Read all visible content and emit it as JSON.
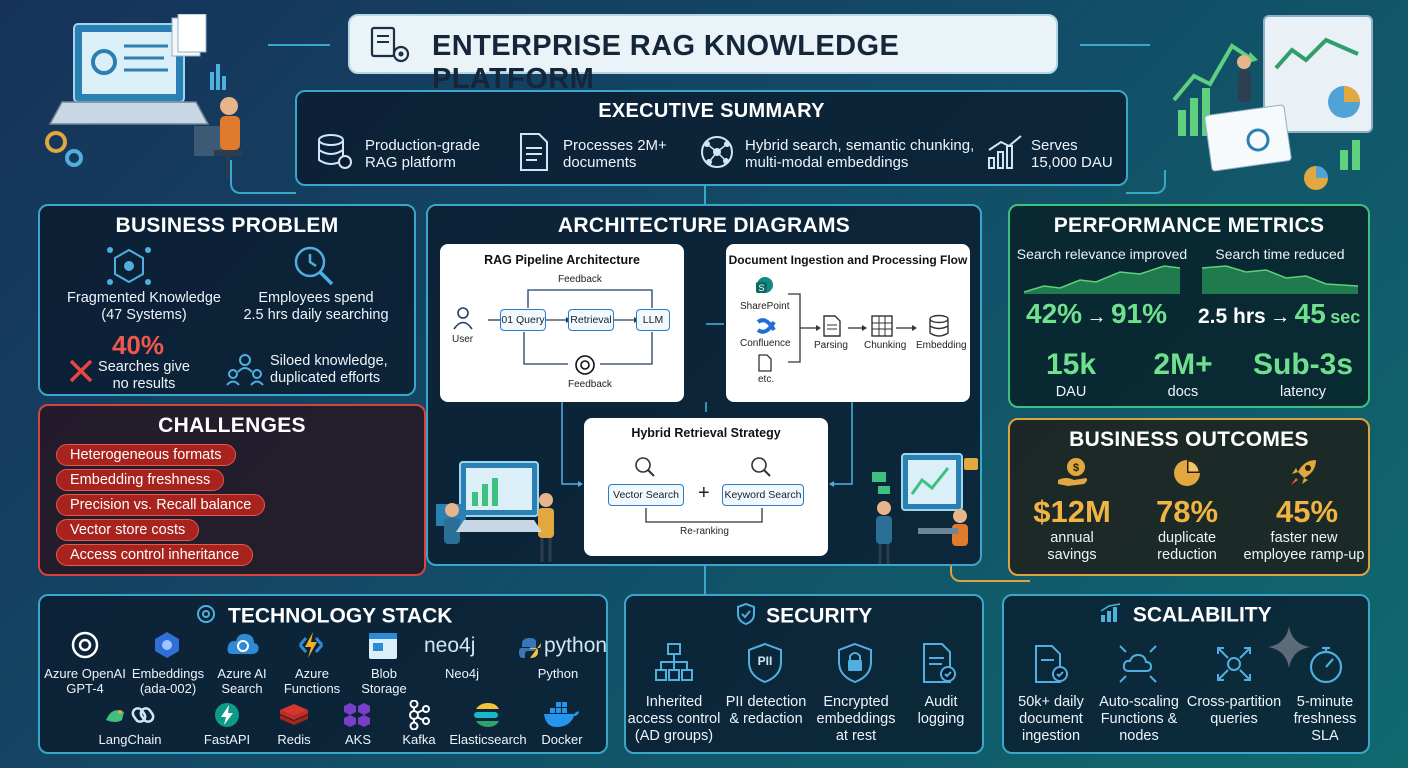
{
  "header": {
    "title": "ENTERPRISE RAG KNOWLEDGE PLATFORM",
    "icon": "document-gear-icon"
  },
  "executive_summary": {
    "title": "EXECUTIVE SUMMARY",
    "items": [
      {
        "icon": "database-gear-icon",
        "text": "Production-grade\nRAG platform"
      },
      {
        "icon": "document-icon",
        "text": "Processes 2M+\ndocuments"
      },
      {
        "icon": "network-node-icon",
        "text": "Hybrid search, semantic chunking,\nmulti-modal embeddings"
      },
      {
        "icon": "bar-chart-up-icon",
        "text": "Serves\n15,000 DAU"
      }
    ]
  },
  "business_problem": {
    "title": "BUSINESS PROBLEM",
    "fragmented": "Fragmented Knowledge\n(47 Systems)",
    "employees": "Employees spend\n2.5 hrs daily searching",
    "stat": "40%",
    "stat_label": "Searches give\nno results",
    "siloed": "Siloed knowledge,\nduplicated efforts"
  },
  "challenges": {
    "title": "CHALLENGES",
    "items": [
      "Heterogeneous formats",
      "Embedding freshness",
      "Precision vs. Recall balance",
      "Vector store costs",
      "Access control inheritance"
    ]
  },
  "architecture": {
    "title": "ARCHITECTURE DIAGRAMS",
    "rag": {
      "title": "RAG Pipeline Architecture",
      "feedback_top": "Feedback",
      "user": "User",
      "query": "01 Query",
      "retrieval": "Retrieval",
      "llm": "LLM",
      "feedback_bottom": "Feedback"
    },
    "ingestion": {
      "title": "Document Ingestion and Processing Flow",
      "sharepoint": "SharePoint",
      "confluence": "Confluence",
      "etc": "etc.",
      "parsing": "Parsing",
      "chunking": "Chunking",
      "embedding": "Embedding"
    },
    "hybrid": {
      "title": "Hybrid Retrieval Strategy",
      "vector": "Vector Search",
      "plus": "+",
      "keyword": "Keyword Search",
      "reranking": "Re-ranking"
    }
  },
  "performance": {
    "title": "PERFORMANCE METRICS",
    "relevance_label": "Search relevance improved",
    "time_label": "Search time reduced",
    "relevance_from": "42%",
    "arrow": "→",
    "relevance_to": "91%",
    "time_from": "2.5 hrs",
    "time_to": "45",
    "time_unit": "sec",
    "kpis": [
      {
        "value": "15k",
        "label": "DAU"
      },
      {
        "value": "2M+",
        "label": "docs"
      },
      {
        "value": "Sub-3s",
        "label": "latency"
      }
    ]
  },
  "outcomes": {
    "title": "BUSINESS OUTCOMES",
    "items": [
      {
        "icon": "money-hand-icon",
        "value": "$12M",
        "label": "annual\nsavings"
      },
      {
        "icon": "pie-chart-icon",
        "value": "78%",
        "label": "duplicate\nreduction"
      },
      {
        "icon": "rocket-icon",
        "value": "45%",
        "label": "faster new\nemployee ramp-up"
      }
    ]
  },
  "tech_stack": {
    "title": "TECHNOLOGY STACK",
    "row1": [
      {
        "icon": "openai-icon",
        "label": "Azure OpenAI\nGPT-4"
      },
      {
        "icon": "embeddings-icon",
        "label": "Embeddings\n(ada-002)"
      },
      {
        "icon": "azure-search-icon",
        "label": "Azure AI\nSearch"
      },
      {
        "icon": "azure-functions-icon",
        "label": "Azure\nFunctions"
      },
      {
        "icon": "blob-storage-icon",
        "label": "Blob\nStorage"
      },
      {
        "icon": "neo4j-icon",
        "label": "Neo4j",
        "logo": "neo4j"
      },
      {
        "icon": "python-icon",
        "label": "Python",
        "logo": "python"
      }
    ],
    "row2": [
      {
        "icon": "langchain-icon",
        "label": "LangChain"
      },
      {
        "icon": "fastapi-icon",
        "label": "FastAPI"
      },
      {
        "icon": "redis-icon",
        "label": "Redis"
      },
      {
        "icon": "aks-icon",
        "label": "AKS"
      },
      {
        "icon": "kafka-icon",
        "label": "Kafka"
      },
      {
        "icon": "elasticsearch-icon",
        "label": "Elasticsearch"
      },
      {
        "icon": "docker-icon",
        "label": "Docker"
      }
    ]
  },
  "security": {
    "title": "SECURITY",
    "items": [
      {
        "icon": "org-chart-icon",
        "label": "Inherited\naccess control\n(AD groups)"
      },
      {
        "icon": "pii-shield-icon",
        "label": "PII detection\n& redaction",
        "badge": "PII"
      },
      {
        "icon": "lock-shield-icon",
        "label": "Encrypted\nembeddings\nat rest"
      },
      {
        "icon": "audit-document-icon",
        "label": "Audit\nlogging"
      }
    ]
  },
  "scalability": {
    "title": "SCALABILITY",
    "items": [
      {
        "icon": "document-check-icon",
        "label": "50k+ daily\ndocument\ningestion"
      },
      {
        "icon": "cloud-expand-icon",
        "label": "Auto-scaling\nFunctions &\nnodes"
      },
      {
        "icon": "partition-arrows-icon",
        "label": "Cross-partition\nqueries"
      },
      {
        "icon": "stopwatch-icon",
        "label": "5-minute\nfreshness\nSLA"
      }
    ]
  },
  "colors": {
    "accent": "#3aa6c9",
    "green": "#5fd07e",
    "gold": "#e0a83e",
    "red": "#d9423d"
  }
}
